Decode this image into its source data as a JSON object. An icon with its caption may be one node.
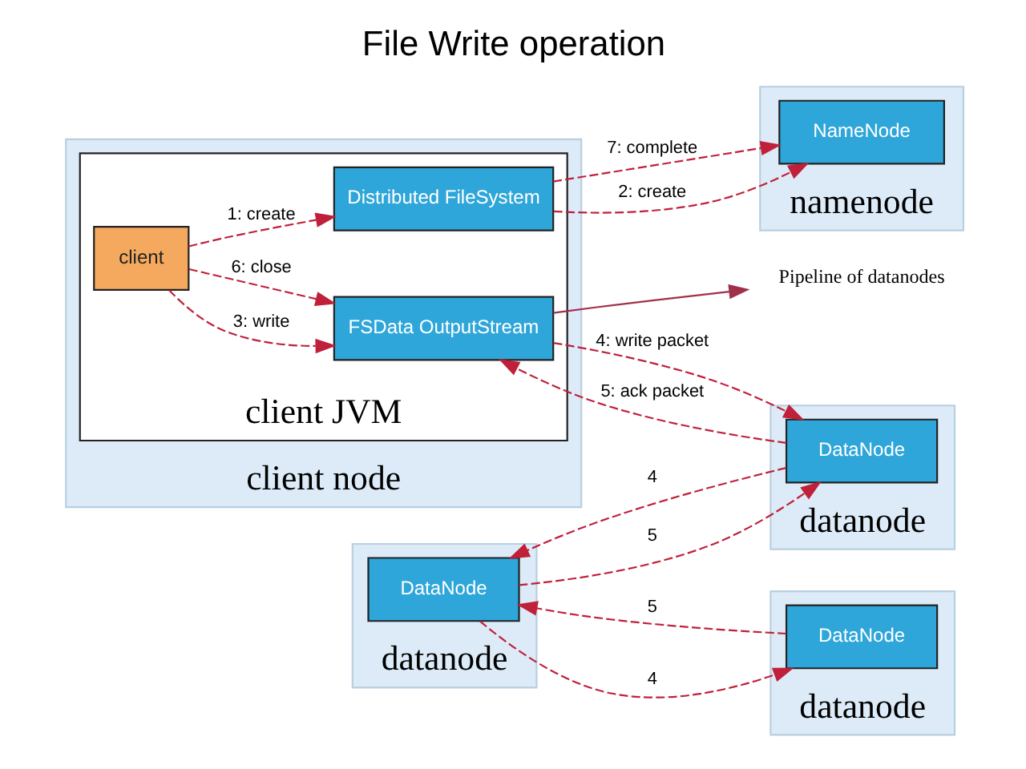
{
  "diagram": {
    "title": "File Write operation",
    "nodes": [
      {
        "text": [
          "client node"
        ]
      },
      {
        "text": [
          "client JVM"
        ],
        "in": 0
      },
      {
        "text": [
          "client"
        ],
        "in": 1
      },
      {
        "text": [
          "Distributed FileSystem"
        ],
        "in": 1
      },
      {
        "text": [
          "FSData OutputStream"
        ],
        "in": 1
      },
      {
        "text": [
          "namenode"
        ]
      },
      {
        "text": [
          "NameNode"
        ],
        "in": 5
      },
      {
        "text": [
          "datanode"
        ]
      },
      {
        "text": [
          "DataNode"
        ],
        "in": 7
      },
      {
        "text": [
          "datanode"
        ]
      },
      {
        "text": [
          "DataNode"
        ],
        "in": 9
      },
      {
        "text": [
          "datanode"
        ]
      },
      {
        "text": [
          "DataNode"
        ],
        "in": 11
      },
      {
        "text": [
          "Pipeline of datanodes"
        ]
      }
    ],
    "edges": [
      {
        "from": 2,
        "to": 3,
        "arrow": "to",
        "label": "1: create",
        "style": "dashed"
      },
      {
        "from": 2,
        "to": 4,
        "arrow": "to",
        "label": "3: write",
        "style": "dashed"
      },
      {
        "from": 2,
        "to": 4,
        "arrow": "to",
        "label": "6: close",
        "style": "dashed"
      },
      {
        "from": 3,
        "to": 6,
        "arrow": "to",
        "label": "2: create",
        "style": "dashed"
      },
      {
        "from": 3,
        "to": 6,
        "arrow": "to",
        "label": "7: complete",
        "style": "dashed"
      },
      {
        "from": 4,
        "to": 8,
        "arrow": "to",
        "label": "4: write packet",
        "style": "dashed"
      },
      {
        "from": 8,
        "to": 4,
        "arrow": "to",
        "label": "5: ack packet",
        "style": "dashed"
      },
      {
        "from": 8,
        "to": 10,
        "arrow": "to",
        "label": "4",
        "style": "dashed"
      },
      {
        "from": 10,
        "to": 8,
        "arrow": "to",
        "label": "5",
        "style": "dashed"
      },
      {
        "from": 10,
        "to": 12,
        "arrow": "to",
        "label": "4",
        "style": "dashed"
      },
      {
        "from": 12,
        "to": 10,
        "arrow": "to",
        "label": "5",
        "style": "dashed"
      },
      {
        "from": 4,
        "to": 13,
        "arrow": "to",
        "color": "#a0304a"
      }
    ]
  }
}
